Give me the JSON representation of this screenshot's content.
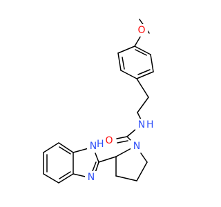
{
  "molecule": {
    "atoms": {
      "oxygen": {
        "label": "O",
        "color": "#ff0d0d"
      },
      "amide_nitrogen": {
        "label": "N",
        "color": "#3050f8"
      },
      "amide_hydrogen": {
        "label": "H",
        "color": "#3050f8"
      },
      "carbonyl_oxygen": {
        "label": "O",
        "color": "#ff0d0d"
      },
      "pyrrolidine_nitrogen": {
        "label": "N",
        "color": "#3050f8"
      },
      "imidazole_nh_nitrogen": {
        "label": "N",
        "color": "#3050f8"
      },
      "imidazole_nh_hydrogen": {
        "label": "H",
        "color": "#3050f8"
      },
      "imidazole_nitrogen": {
        "label": "N",
        "color": "#3050f8"
      }
    },
    "bond_color": "#000000"
  }
}
